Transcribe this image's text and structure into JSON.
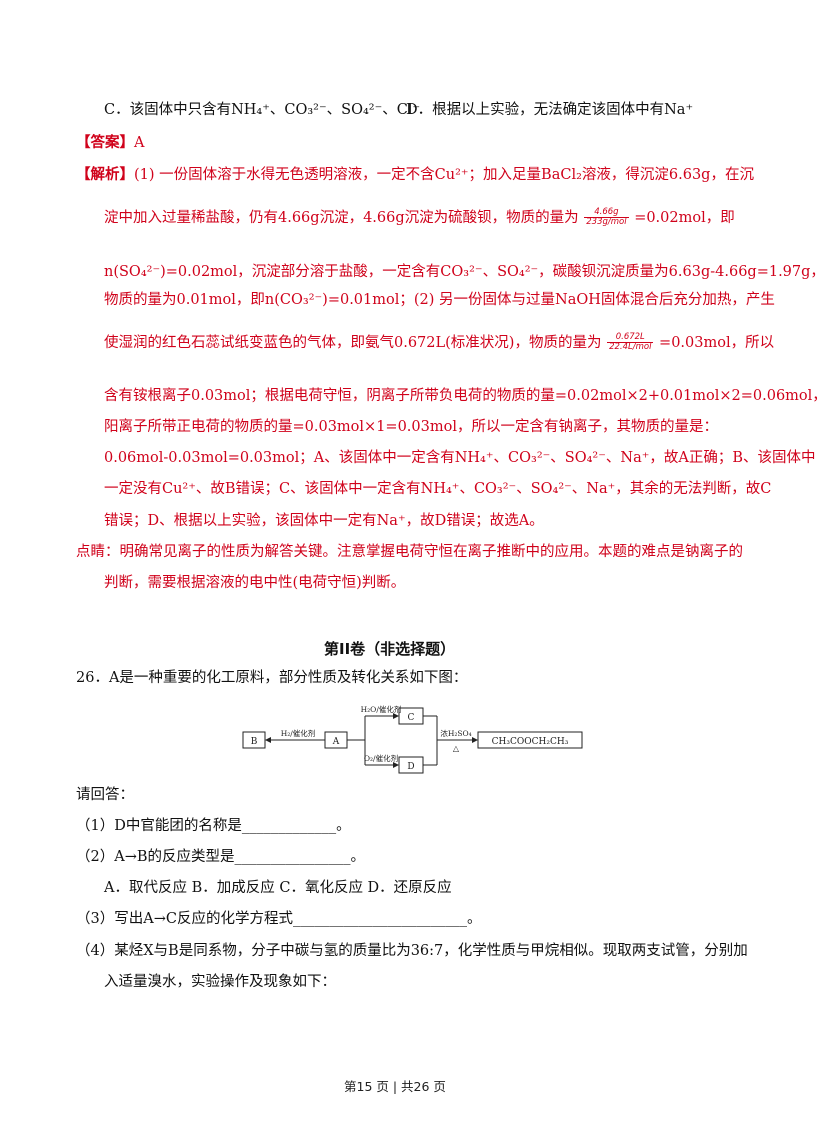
{
  "option_c": "C．该固体中只含有NH₄⁺、CO₃²⁻、SO₄²⁻、Cl⁻",
  "option_d": "D．根据以上实验，无法确定该固体中有Na⁺",
  "answer_tag": "【答案】",
  "answer_value": "A",
  "analysis_tag": "【解析】",
  "analysis": {
    "l1": "(1) 一份固体溶于水得无色透明溶液，一定不含Cu²⁺；加入足量BaCl₂溶液，得沉淀6.63g，在沉",
    "l2_a": "淀中加入过量稀盐酸，仍有4.66g沉淀，4.66g沉淀为硫酸钡，物质的量为",
    "frac1_num": "4.66g",
    "frac1_den": "233g/mol",
    "l2_b": "=0.02mol，即",
    "l3": "n(SO₄²⁻)=0.02mol，沉淀部分溶于盐酸，一定含有CO₃²⁻、SO₄²⁻，碳酸钡沉淀质量为6.63g-4.66g=1.97g，",
    "l4": "物质的量为0.01mol，即n(CO₃²⁻)=0.01mol；(2) 另一份固体与过量NaOH固体混合后充分加热，产生",
    "l5_a": "使湿润的红色石蕊试纸变蓝色的气体，即氨气0.672L(标准状况)，物质的量为",
    "frac2_num": "0.672L",
    "frac2_den": "22.4L/mol",
    "l5_b": "=0.03mol，所以",
    "l6": "含有铵根离子0.03mol；根据电荷守恒，阴离子所带负电荷的物质的量=0.02mol×2+0.01mol×2=0.06mol，",
    "l7": "阳离子所带正电荷的物质的量=0.03mol×1=0.03mol，所以一定含有钠离子，其物质的量是：",
    "l8": "0.06mol-0.03mol=0.03mol；A、该固体中一定含有NH₄⁺、CO₃²⁻、SO₄²⁻、Na⁺，故A正确；B、该固体中",
    "l9": "一定没有Cu²⁺、故B错误；C、该固体中一定含有NH₄⁺、CO₃²⁻、SO₄²⁻、Na⁺，其余的无法判断，故C",
    "l10": "错误；D、根据以上实验，该固体中一定有Na⁺，故D错误；故选A。"
  },
  "tip": {
    "l1": "点睛：明确常见离子的性质为解答关键。注意掌握电荷守恒在离子推断中的应用。本题的难点是钠离子的",
    "l2": "判断，需要根据溶液的电中性(电荷守恒)判断。"
  },
  "section_title": "第II卷（非选择题）",
  "q26": {
    "intro": "26．A是一种重要的化工原料，部分性质及转化关系如下图：",
    "diagram": {
      "B": "B",
      "A": "A",
      "C": "C",
      "D": "D",
      "h2_label": "H₂/催化剂",
      "h2o_label": "H₂O/催化剂",
      "o2_label": "O₂/催化剂",
      "acid_label": "浓H₂SO₄",
      "heat_label": "△",
      "product": "CH₃COOCH₂CH₃"
    },
    "prompt": "请回答：",
    "s1": "（1）D中官能团的名称是_____________。",
    "s2": "（2）A→B的反应类型是________________。",
    "s2_options": "A．取代反应 B．加成反应  C．氧化反应  D．还原反应",
    "s3": "（3）写出A→C反应的化学方程式________________________。",
    "s4_l1": "（4）某烃X与B是同系物，分子中碳与氢的质量比为36:7，化学性质与甲烷相似。现取两支试管，分别加",
    "s4_l2": "入适量溴水，实验操作及现象如下："
  },
  "footer": "第15 页  |  共26 页"
}
